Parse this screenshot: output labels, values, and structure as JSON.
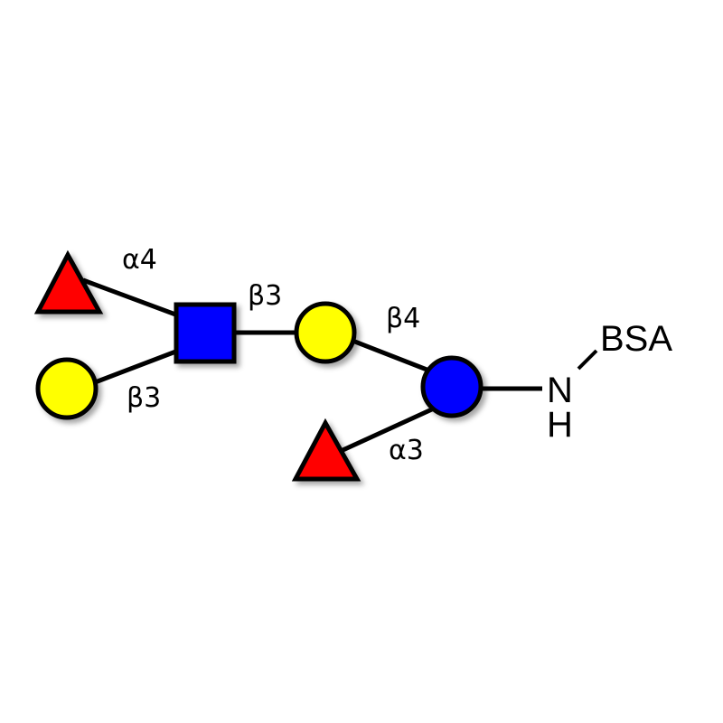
{
  "colors": {
    "fucose": "#ff0000",
    "galactose": "#ffff00",
    "galnac_or_glcnac": "#0000ff",
    "glucose": "#0000ff",
    "edge": "#000000"
  },
  "residues": [
    {
      "id": "fuc1",
      "shape": "triangle",
      "color": "#ff0000"
    },
    {
      "id": "gal1",
      "shape": "circle",
      "color": "#ffff00"
    },
    {
      "id": "glcnac",
      "shape": "square",
      "color": "#0000ff"
    },
    {
      "id": "gal2",
      "shape": "circle",
      "color": "#ffff00"
    },
    {
      "id": "glc",
      "shape": "circle",
      "color": "#0000ff"
    },
    {
      "id": "fuc2",
      "shape": "triangle",
      "color": "#ff0000"
    }
  ],
  "linkages": {
    "fuc1_glcnac": "α4",
    "gal1_glcnac": "β3",
    "glcnac_gal2": "β3",
    "gal2_glc": "β4",
    "fuc2_glc": "α3"
  },
  "conjugate": {
    "n": "N",
    "h": "H",
    "carrier": "BSA"
  }
}
